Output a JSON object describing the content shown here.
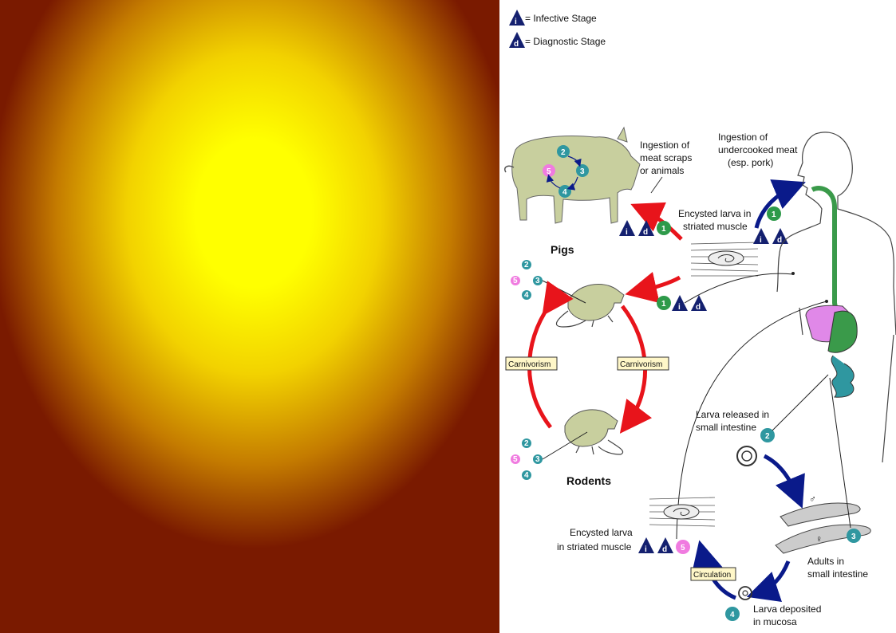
{
  "legend": {
    "infective_symbol": "i",
    "infective_label": "= Infective Stage",
    "diagnostic_symbol": "d",
    "diagnostic_label": "= Diagnostic Stage"
  },
  "hosts": {
    "pigs": "Pigs",
    "rodents": "Rodents"
  },
  "labels": {
    "ingest_scraps_1": "Ingestion of",
    "ingest_scraps_2": "meat scraps",
    "ingest_scraps_3": "or animals",
    "ingest_meat_1": "Ingestion of",
    "ingest_meat_2": "undercooked meat",
    "ingest_meat_3": "(esp. pork)",
    "encysted_top_1": "Encysted larva in",
    "encysted_top_2": "striated muscle",
    "carnivorism_left": "Carnivorism",
    "carnivorism_right": "Carnivorism",
    "larva_released_1": "Larva released in",
    "larva_released_2": "small intestine",
    "adults_1": "Adults in",
    "adults_2": "small intestine",
    "larva_deposited_1": "Larva deposited",
    "larva_deposited_2": "in mucosa",
    "encysted_bottom_1": "Encysted larva",
    "encysted_bottom_2": "in striated muscle",
    "circulation": "Circulation",
    "male_symbol": "♂",
    "female_symbol": "♀"
  },
  "stages": {
    "s1": "1",
    "s2": "2",
    "s3": "3",
    "s4": "4",
    "s5": "5",
    "i": "i",
    "d": "d"
  },
  "colors": {
    "red_arrow": "#e8141b",
    "blue_arrow": "#0a1a8a",
    "stage_green": "#2e9a4a",
    "stage_teal": "#2f97a0",
    "stage_pink": "#f07be0",
    "triangle_navy": "#14206f",
    "pig_body": "#c8cf9e",
    "gut_green": "#3a9a4a",
    "liver_pink": "#e088e8"
  }
}
